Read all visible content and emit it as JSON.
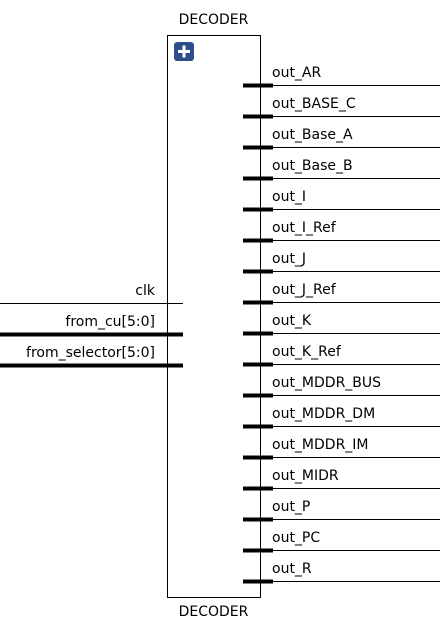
{
  "block": {
    "title_top": "DECODER",
    "title_bottom": "DECODER",
    "expand_icon": "plus-icon"
  },
  "inputs": [
    {
      "name": "clk",
      "bus": false
    },
    {
      "name": "from_cu[5:0]",
      "bus": true
    },
    {
      "name": "from_selector[5:0]",
      "bus": true
    }
  ],
  "outputs": [
    "out_AR",
    "out_BASE_C",
    "out_Base_A",
    "out_Base_B",
    "out_I",
    "out_I_Ref",
    "out_J",
    "out_J_Ref",
    "out_K",
    "out_K_Ref",
    "out_MDDR_BUS",
    "out_MDDR_DM",
    "out_MDDR_IM",
    "out_MIDR",
    "out_P",
    "out_PC",
    "out_R"
  ],
  "colors": {
    "stroke": "#000000",
    "expand_button": "#2e4f8c",
    "background": "#ffffff"
  }
}
